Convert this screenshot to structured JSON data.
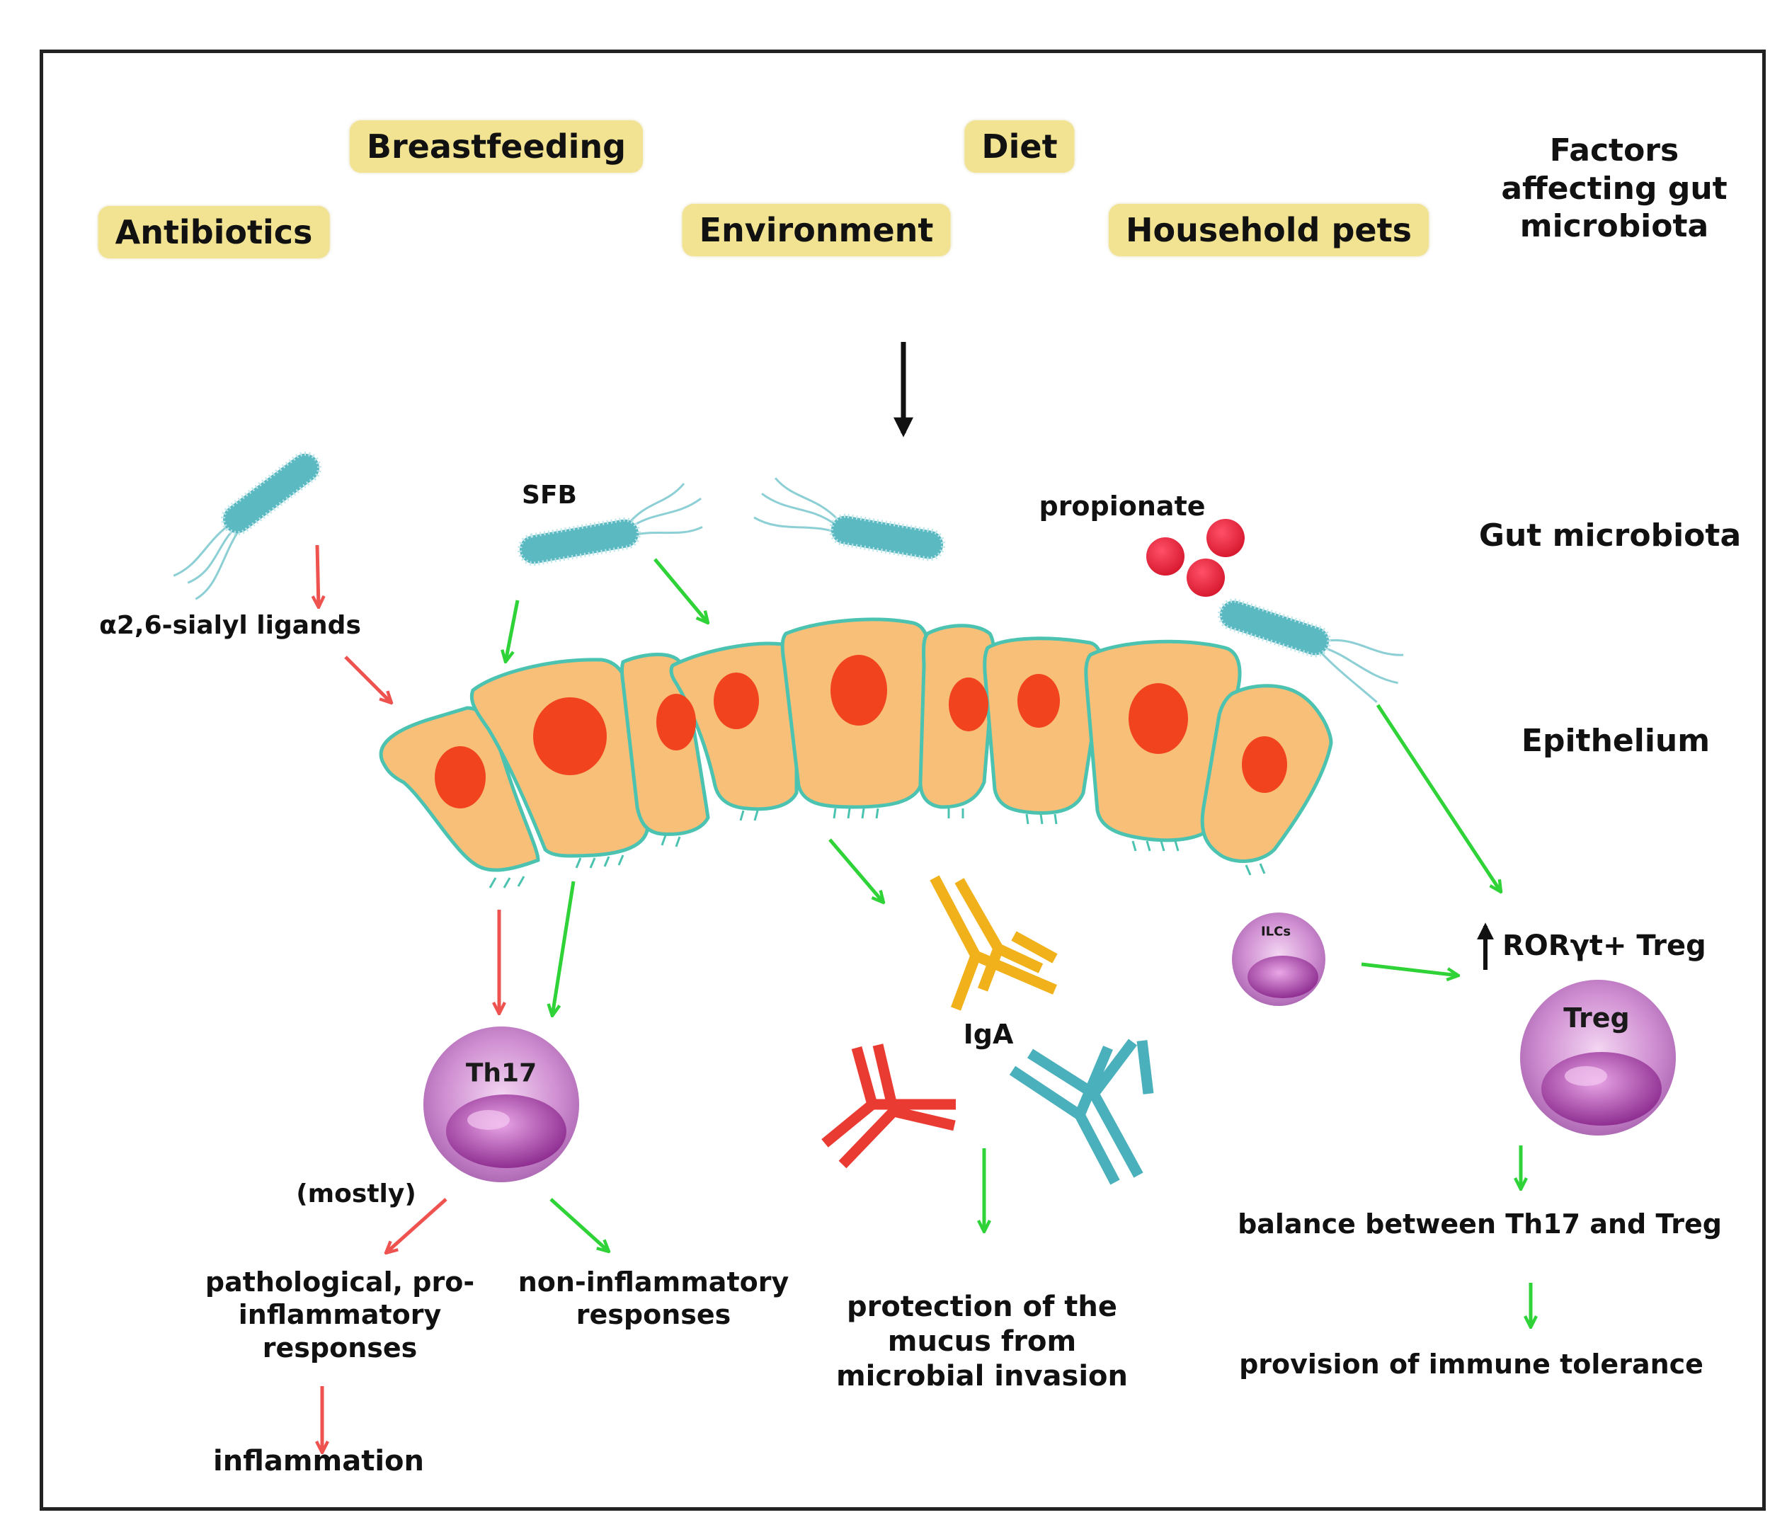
{
  "factors": {
    "breastfeeding": "Breastfeeding",
    "diet": "Diet",
    "antibiotics": "Antibiotics",
    "environment": "Environment",
    "household_pets": "Household pets"
  },
  "rows": {
    "factors_title": "Factors\naffecting gut\nmicrobiota",
    "gut_microbiota": "Gut microbiota",
    "epithelium": "Epithelium"
  },
  "labels": {
    "sfb": "SFB",
    "propionate": "propionate",
    "sialyl": "α2,6-sialyl ligands",
    "th17": "Th17",
    "iga": "IgA",
    "ilcs": "ILCs",
    "treg": "Treg",
    "roryt_treg": "RORγt+ Treg",
    "mostly": "(mostly)",
    "pathological": "pathological, pro-\ninflammatory\nresponses",
    "non_inflammatory": "non-inflammatory\nresponses",
    "inflammation": "inflammation",
    "protection": "protection of the\nmucus from\nmicrobial invasion",
    "balance": "balance between Th17 and Treg",
    "tolerance": "provision of immune tolerance"
  },
  "colors": {
    "factor_box": "#f1e391",
    "bacteria": "#5ab9c1",
    "cell_body": "#f7bf78",
    "cell_border": "#4cc3b0",
    "nucleus": "#f2431f",
    "propionate": "#e8233a",
    "arrow_green": "#2fd338",
    "arrow_red": "#ef5350",
    "arrow_black": "#111111",
    "antibody_yellow": "#f0b11a",
    "antibody_red": "#ea3b32",
    "antibody_teal": "#4ab0bb",
    "immune_cell": "#c878c8"
  }
}
